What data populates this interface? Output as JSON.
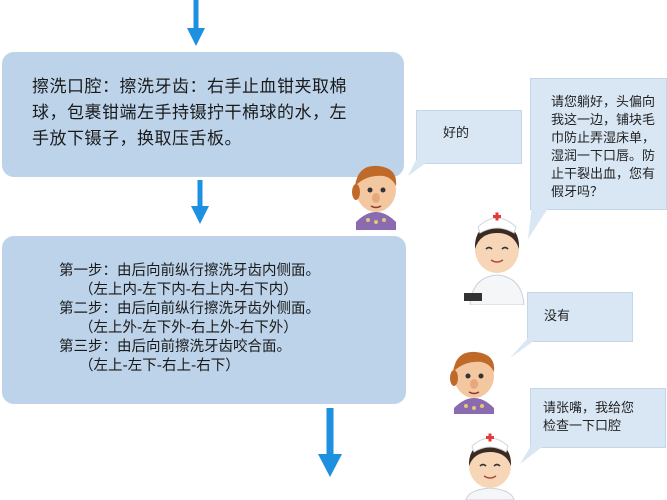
{
  "main_box_1": {
    "lines": [
      "擦洗口腔：擦洗牙齿：右手止血钳夹取棉",
      "球，包裹钳端左手持镊拧干棉球的水，左",
      "手放下镊子，换取压舌板。"
    ]
  },
  "main_box_2": {
    "lines": [
      "第一步：由后向前纵行擦洗牙齿内侧面。",
      "（左上内-左下内-右上内-右下内）",
      "第二步：由后向前纵行擦洗牙齿外侧面。",
      "（左上外-左下外-右上外-右下外）",
      "第三步：由后向前擦洗牙齿咬合面。",
      "（左上-左下-右上-右下）"
    ]
  },
  "dialogue": {
    "patient_reply_1": "好的",
    "nurse_line_1": [
      "请您躺好，头偏向",
      "我这一边，铺块毛",
      "巾防止弄湿床单，",
      "湿润一下口唇。防",
      "止干裂出血，您有",
      "假牙吗？"
    ],
    "patient_reply_2": "没有",
    "nurse_line_2": [
      "请张嘴，我给您",
      "检查一下口腔"
    ]
  },
  "colors": {
    "box_fill": "#bcd3ea",
    "bubble_fill": "#d9e7f5",
    "arrow": "#1e90e0"
  }
}
